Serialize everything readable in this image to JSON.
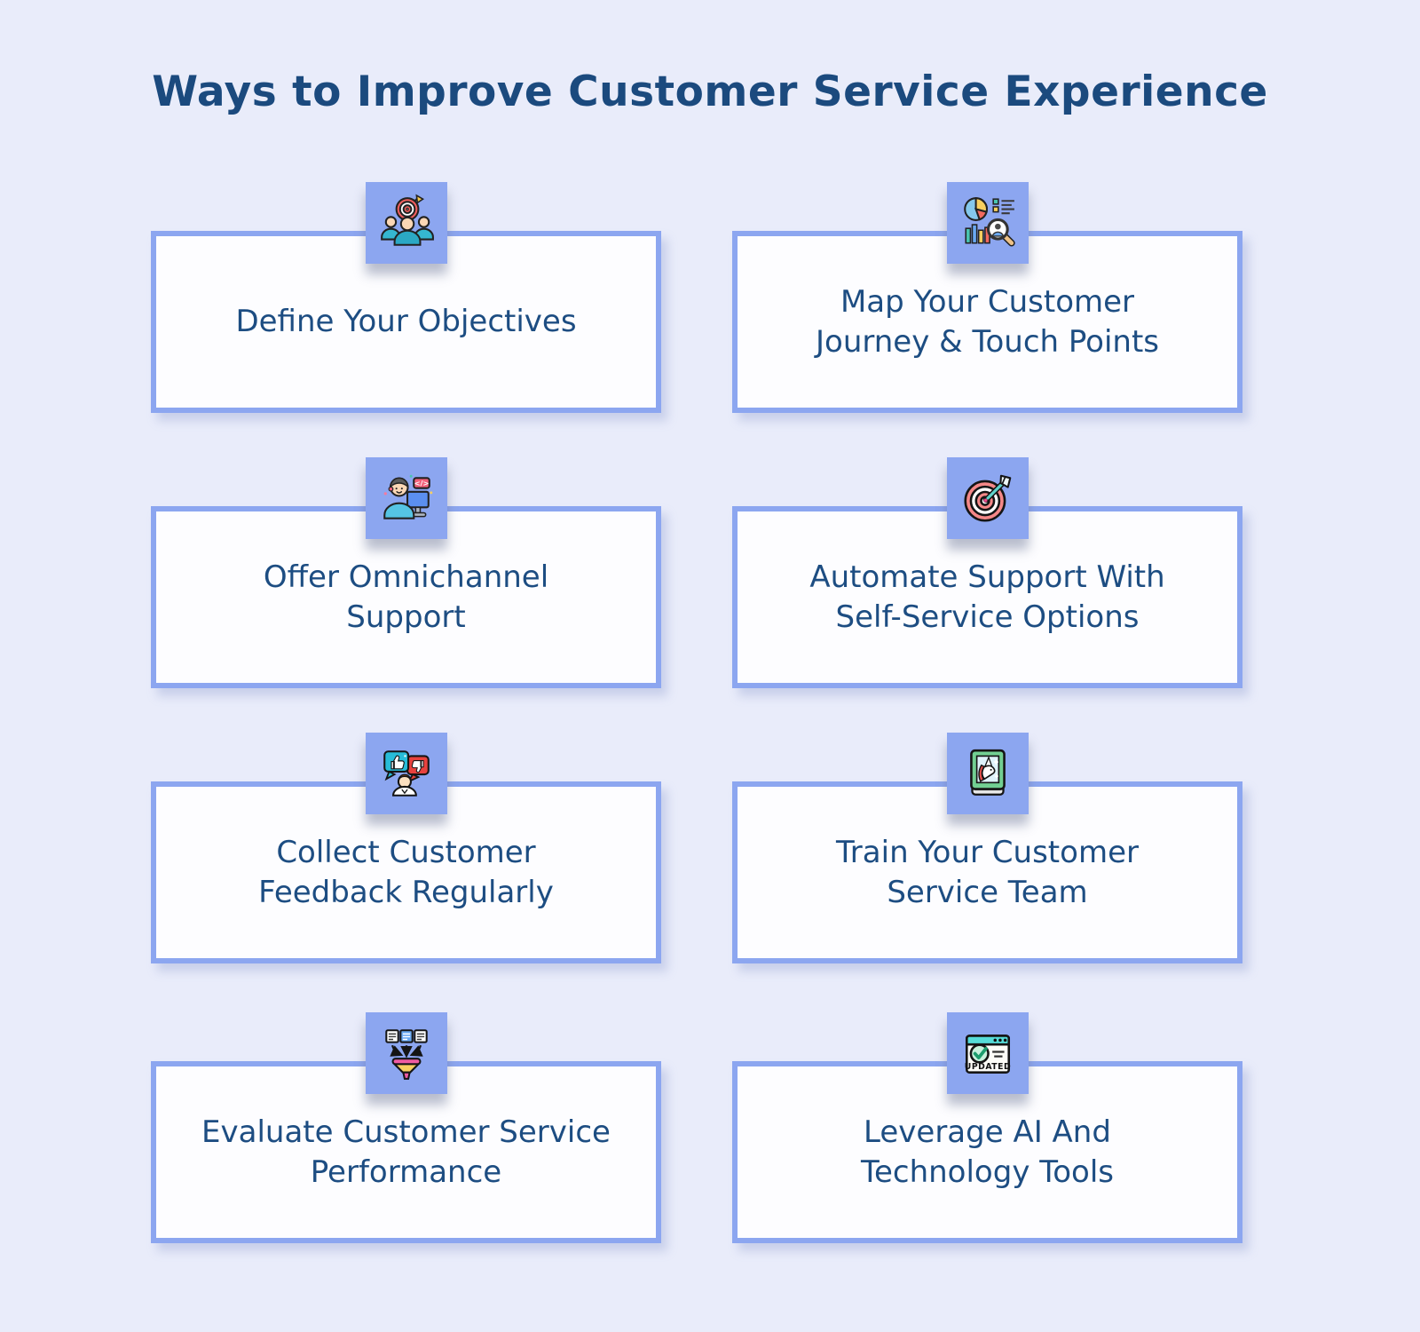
{
  "title": "Ways to Improve Customer Service Experience",
  "colors": {
    "background": "#e9ecfa",
    "card_background": "#fdfdff",
    "card_border": "#8ca6f0",
    "icon_square": "#8ca6f0",
    "title_text": "#1b4a7e",
    "card_text": "#1d4d82"
  },
  "cards": [
    {
      "label": "Define Your Objectives",
      "icon": "team-target-icon"
    },
    {
      "label": "Map Your Customer\nJourney & Touch Points",
      "icon": "analytics-research-icon"
    },
    {
      "label": "Offer Omnichannel\nSupport",
      "icon": "support-agent-icon"
    },
    {
      "label": "Automate Support With\nSelf-Service Options",
      "icon": "target-dart-icon"
    },
    {
      "label": "Collect Customer\nFeedback Regularly",
      "icon": "feedback-bubbles-icon"
    },
    {
      "label": "Train Your Customer\nService Team",
      "icon": "training-book-icon"
    },
    {
      "label": "Evaluate Customer Service\nPerformance",
      "icon": "data-funnel-icon"
    },
    {
      "label": "Leverage AI And\nTechnology Tools",
      "icon": "updated-window-icon"
    }
  ],
  "icon_labels": {
    "updated": "UPDATED",
    "code": "</>"
  }
}
